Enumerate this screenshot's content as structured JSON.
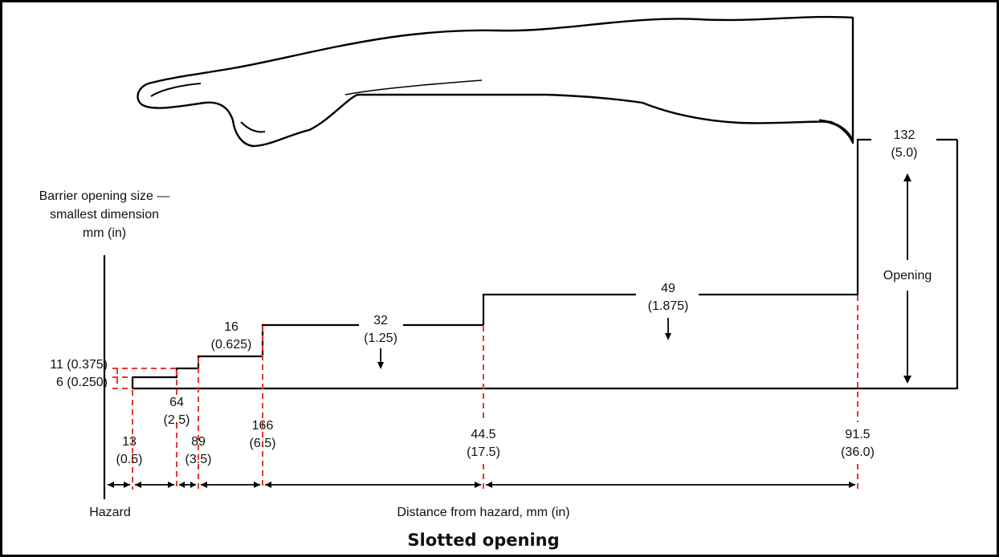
{
  "title": "Slotted opening",
  "y_axis_label": [
    "Barrier opening size —",
    "smallest dimension",
    "mm (in)"
  ],
  "x_axis_label": "Distance from hazard, mm (in)",
  "hazard_label": "Hazard",
  "opening_label": "Opening",
  "left_labels": {
    "l11": "11 (0.375)",
    "l6": "6 (0.250)"
  },
  "openings": [
    {
      "mm": "16",
      "in": "(0.625)"
    },
    {
      "mm": "32",
      "in": "(1.25)"
    },
    {
      "mm": "49",
      "in": "(1.875)"
    },
    {
      "mm": "132",
      "in": "(5.0)"
    }
  ],
  "distances": [
    {
      "mm": "13",
      "in": "(0.5)"
    },
    {
      "mm": "64",
      "in": "(2.5)"
    },
    {
      "mm": "89",
      "in": "(3.5)"
    },
    {
      "mm": "166",
      "in": "(6.5)"
    },
    {
      "mm": "44.5",
      "in": "(17.5)"
    },
    {
      "mm": "91.5",
      "in": "(36.0)"
    }
  ],
  "colors": {
    "guide_dash": "#e5392f",
    "line": "#000000",
    "frame": "#000000"
  }
}
